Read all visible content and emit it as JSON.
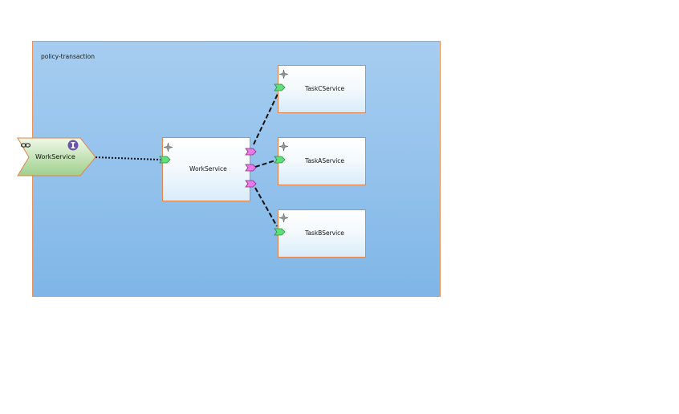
{
  "composite": {
    "name": "policy-transaction"
  },
  "service": {
    "name": "WorkService",
    "binding_icon": "link-icon",
    "interface_icon": "interface-icon"
  },
  "components": {
    "work": {
      "name": "WorkService"
    },
    "taskC": {
      "name": "TaskCService"
    },
    "taskA": {
      "name": "TaskAService"
    },
    "taskB": {
      "name": "TaskBService"
    }
  },
  "colors": {
    "composite_border": "#e8925a",
    "service_port": "#5fe07a",
    "reference_port": "#e67ae6",
    "wire": "#111111"
  }
}
